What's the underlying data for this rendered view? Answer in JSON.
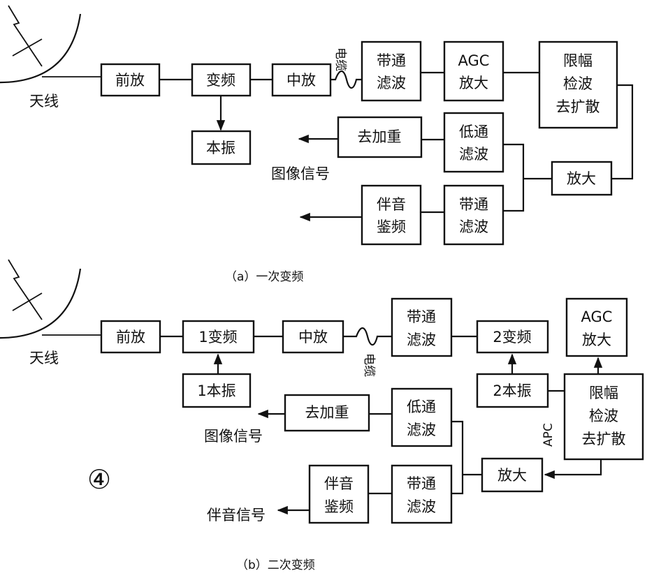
{
  "diagram_a": {
    "caption": "（a）一次变频",
    "antenna_label": "天线",
    "cable_label": "电缆",
    "blocks": {
      "preamp": [
        "前放"
      ],
      "mixer": [
        "变频"
      ],
      "local_osc": [
        "本振"
      ],
      "if_amp": [
        "中放"
      ],
      "bandpass_1": [
        "带通",
        "滤波"
      ],
      "agc_amp": [
        "AGC",
        "放大"
      ],
      "limiter": [
        "限幅",
        "检波",
        "去扩散"
      ],
      "deemphasis": [
        "去加重"
      ],
      "lowpass": [
        "低通",
        "滤波"
      ],
      "amp": [
        "放大"
      ],
      "sound_demod": [
        "伴音",
        "鉴频"
      ],
      "bandpass_2": [
        "带通",
        "滤波"
      ]
    },
    "output_video": "图像信号"
  },
  "diagram_b": {
    "caption": "（b）二次变频",
    "antenna_label": "天线",
    "cable_label": "电缆",
    "apc_label": "APC",
    "circled_number": "④",
    "blocks": {
      "preamp": [
        "前放"
      ],
      "mixer1": [
        "1变频"
      ],
      "local_osc1": [
        "1本振"
      ],
      "if_amp": [
        "中放"
      ],
      "bandpass_1": [
        "带通",
        "滤波"
      ],
      "mixer2": [
        "2变频"
      ],
      "agc_amp": [
        "AGC",
        "放大"
      ],
      "local_osc2": [
        "2本振"
      ],
      "limiter": [
        "限幅",
        "检波",
        "去扩散"
      ],
      "deemphasis": [
        "去加重"
      ],
      "lowpass": [
        "低通",
        "滤波"
      ],
      "amp": [
        "放大"
      ],
      "sound_demod": [
        "伴音",
        "鉴频"
      ],
      "bandpass_2": [
        "带通",
        "滤波"
      ]
    },
    "output_video": "图像信号",
    "output_sound": "伴音信号"
  }
}
